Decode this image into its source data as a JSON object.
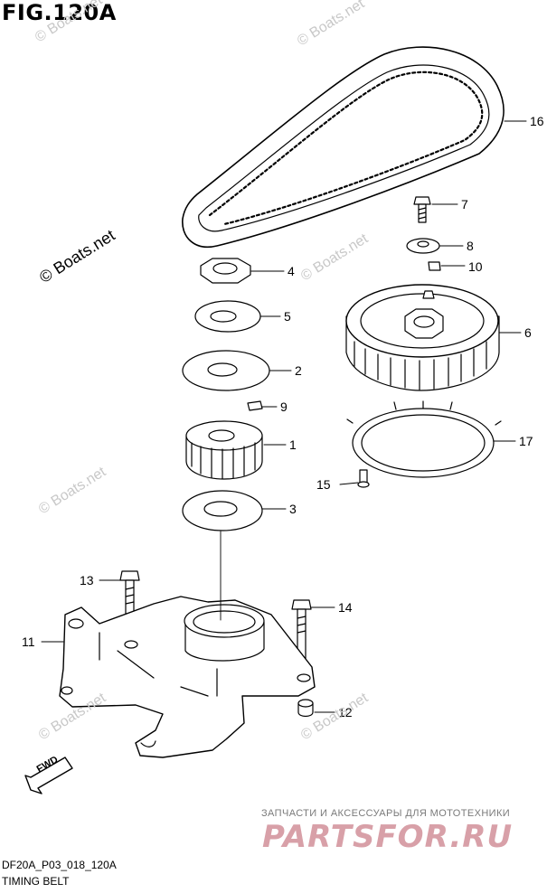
{
  "figure": {
    "title": "FIG.120A"
  },
  "callouts": [
    {
      "id": "16",
      "label": "16"
    },
    {
      "id": "7",
      "label": "7"
    },
    {
      "id": "8",
      "label": "8"
    },
    {
      "id": "10",
      "label": "10"
    },
    {
      "id": "4",
      "label": "4"
    },
    {
      "id": "6",
      "label": "6"
    },
    {
      "id": "5",
      "label": "5"
    },
    {
      "id": "2",
      "label": "2"
    },
    {
      "id": "9",
      "label": "9"
    },
    {
      "id": "17",
      "label": "17"
    },
    {
      "id": "1",
      "label": "1"
    },
    {
      "id": "15",
      "label": "15"
    },
    {
      "id": "3",
      "label": "3"
    },
    {
      "id": "13",
      "label": "13"
    },
    {
      "id": "14",
      "label": "14"
    },
    {
      "id": "11",
      "label": "11"
    },
    {
      "id": "12",
      "label": "12"
    }
  ],
  "watermarks": {
    "faint": "© Boats.net",
    "prominent": "© Boats.net"
  },
  "fwd_label": "FWD",
  "footer": {
    "code": "DF20A_P03_018_120A",
    "name": "TIMING BELT"
  },
  "store": {
    "tagline": "ЗАПЧАСТИ И АКСЕССУАРЫ ДЛЯ МОТОТЕХНИКИ",
    "logo": "PARTSFOR.RU"
  }
}
